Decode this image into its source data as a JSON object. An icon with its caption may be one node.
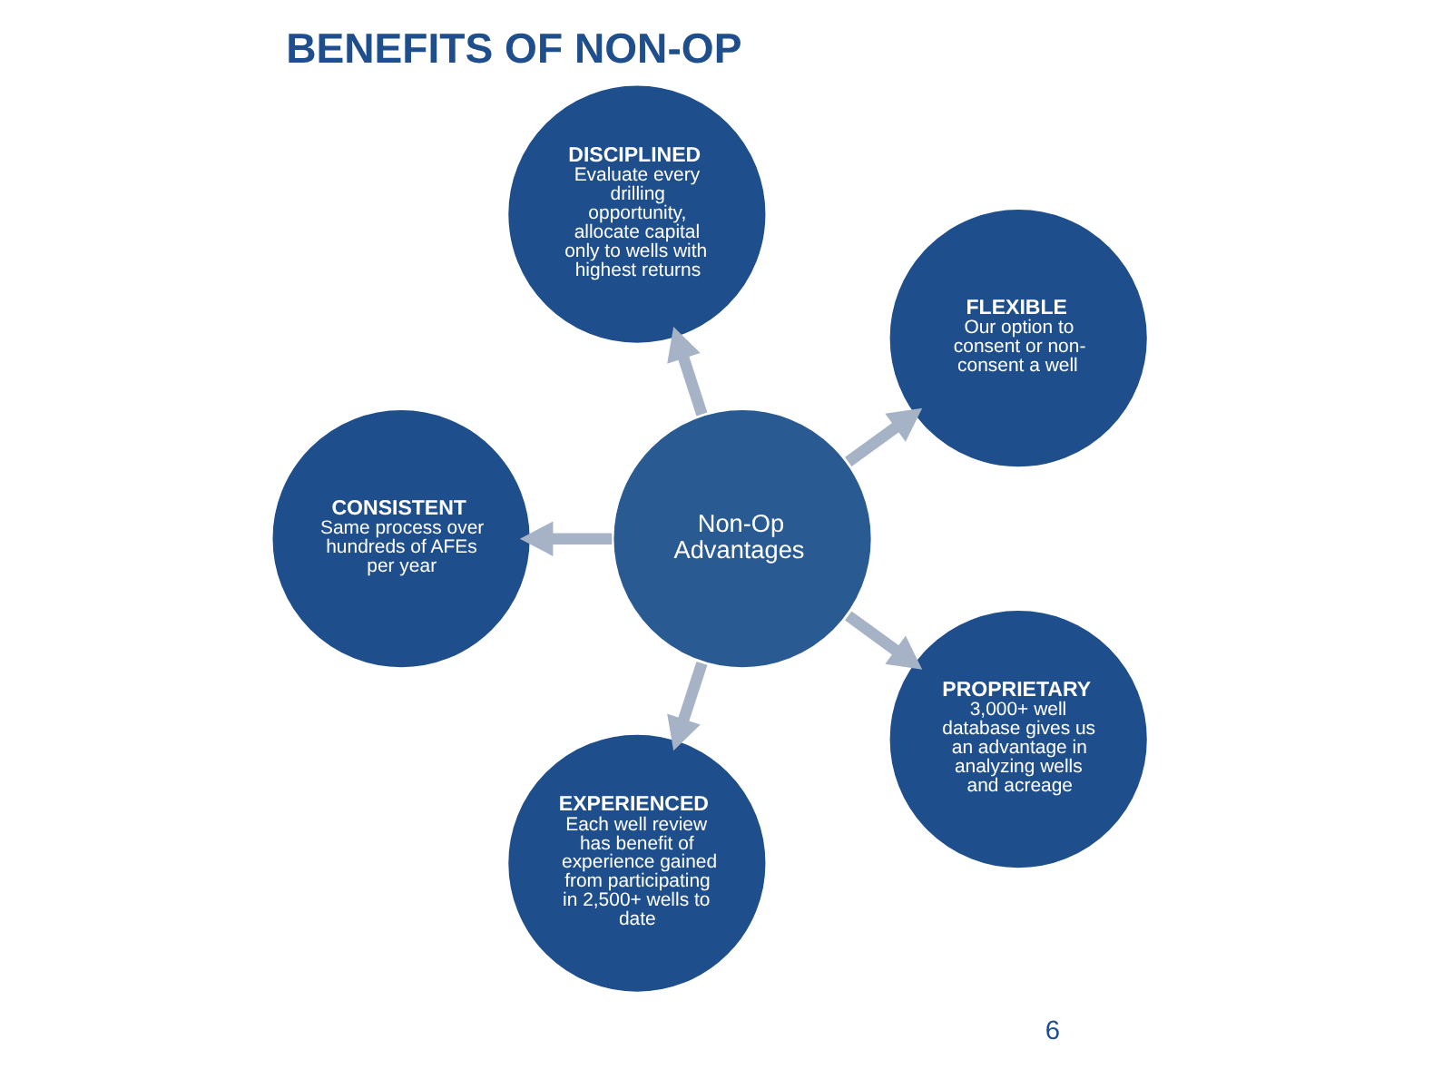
{
  "diagram": {
    "title": "BENEFITS OF NON-OP",
    "nodes": [
      {
        "text": [
          "Non-Op Advantages"
        ]
      },
      {
        "text": [
          "FLEXIBLE",
          "Our option to consent or non-consent a well"
        ]
      },
      {
        "text": [
          "DISCIPLINED",
          "Evaluate every drilling opportunity, allocate capital only to wells with highest returns"
        ]
      },
      {
        "text": [
          "CONSISTENT",
          "Same process over hundreds of AFEs per year"
        ]
      },
      {
        "text": [
          "EXPERIENCED",
          "Each well review has benefit of experience gained from participating in 2,500+ wells to date"
        ]
      },
      {
        "text": [
          "PROPRIETARY",
          "3,000+ well database gives us an advantage in analyzing wells and acreage"
        ]
      }
    ],
    "edges": [
      {
        "from": 0,
        "to": 1,
        "arrow": "to"
      },
      {
        "from": 0,
        "to": 2,
        "arrow": "to"
      },
      {
        "from": 0,
        "to": 3,
        "arrow": "to"
      },
      {
        "from": 0,
        "to": 4,
        "arrow": "to"
      },
      {
        "from": 0,
        "to": 5,
        "arrow": "to"
      }
    ],
    "labels": [
      "6"
    ]
  }
}
